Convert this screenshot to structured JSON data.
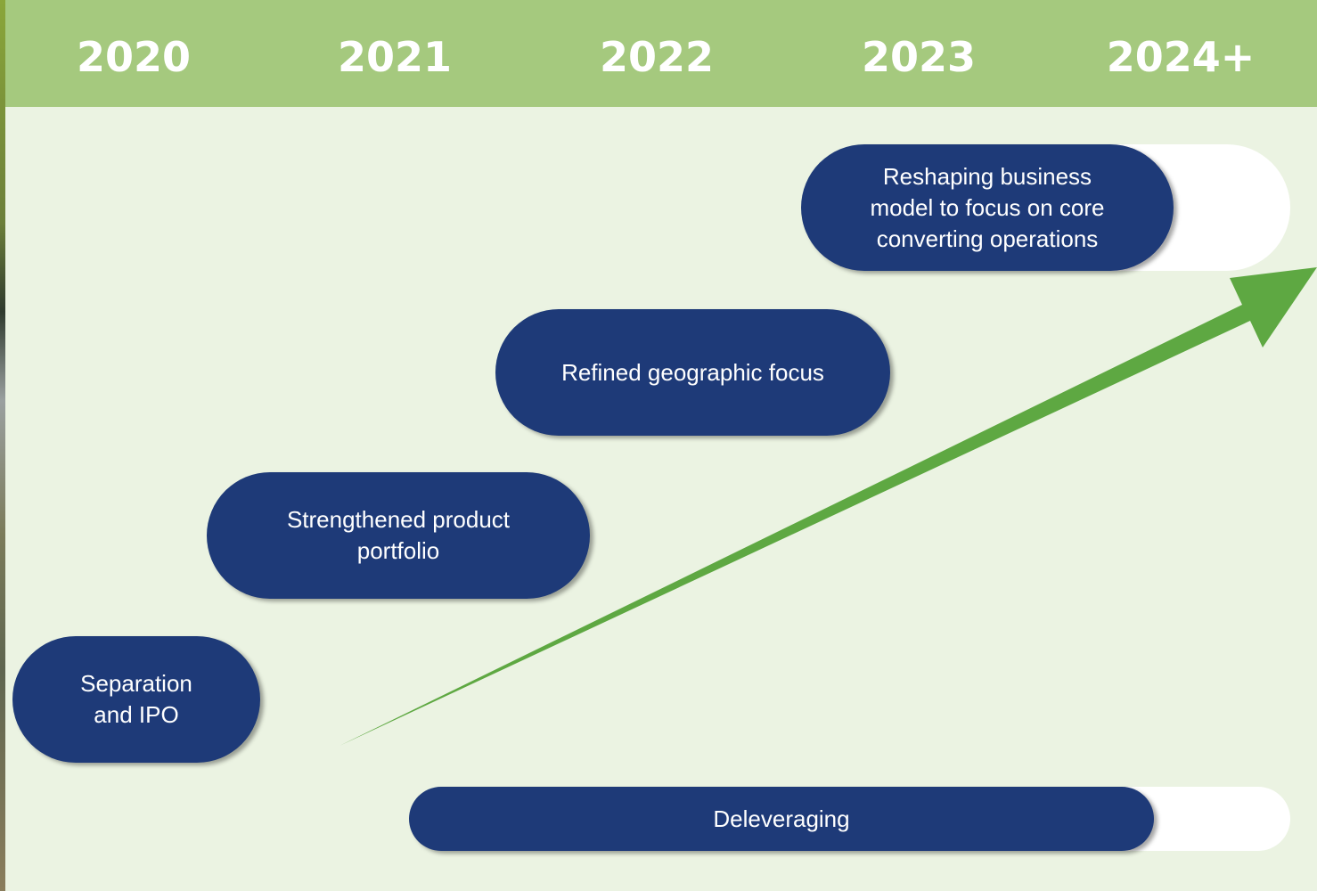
{
  "years": [
    "2020",
    "2021",
    "2022",
    "2023",
    "2024+"
  ],
  "milestones": {
    "separation": "Separation\nand IPO",
    "portfolio": "Strengthened product\nportfolio",
    "geographic": "Refined geographic focus",
    "reshaping": "Reshaping business\nmodel to focus on core\nconverting operations",
    "deleveraging": "Deleveraging"
  },
  "colors": {
    "pill": "#1e3a78",
    "band": "#a5c97e",
    "background": "#ebf3e2",
    "arrow": "#5ea842"
  },
  "icons": {
    "arrow": "upward-trend-arrow-icon"
  }
}
